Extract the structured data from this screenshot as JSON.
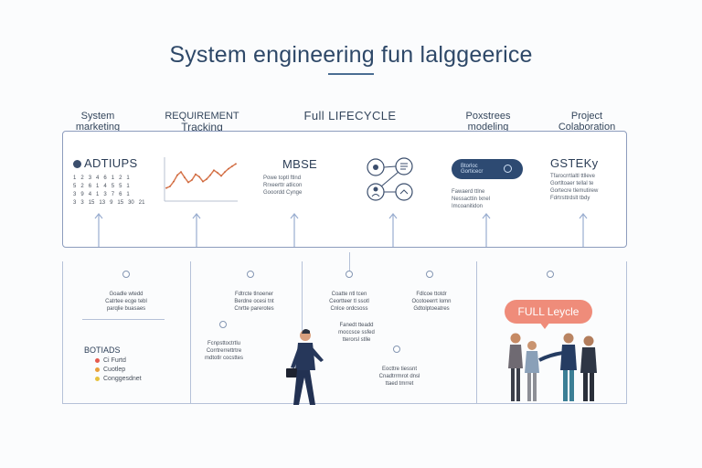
{
  "title": "System engineering fun lalggeerice",
  "columns": {
    "c1": [
      "System",
      "marketing"
    ],
    "c2": [
      "REQUIREMENT",
      "Tracking"
    ],
    "c3": "Full LIFECYCLE",
    "c4": [
      "Poxstrees",
      "modeling"
    ],
    "c5": [
      "Project",
      "Colaboration"
    ]
  },
  "top_cards": {
    "card1": {
      "title": "ADTIUPS",
      "rows": [
        [
          "1",
          "2",
          "3",
          "4",
          "6",
          "1",
          "2",
          "1"
        ],
        [
          "5",
          "2",
          "6",
          "1",
          "4",
          "5",
          "5",
          "1"
        ],
        [
          "3",
          "9",
          "4",
          "1",
          "3",
          "7",
          "6",
          "1"
        ],
        [
          "3",
          "3",
          "15",
          "13",
          "9",
          "15",
          "30",
          "21"
        ]
      ]
    },
    "card2": {
      "label": "requirement-trend"
    },
    "card3": {
      "title": "MBSE",
      "lines": [
        "Powe toptl ftlnd",
        "Rrxeerttr atlicon",
        "Gooordd Cynge"
      ]
    },
    "card4": {
      "lines": [
        "Fawaerd ttlne",
        "Nessacttin lxnel",
        "Imcoanitidon"
      ]
    },
    "pill_lines": [
      "Btorloc",
      "Gorticecr"
    ],
    "card5": {
      "title": "GSTEKy",
      "lines": [
        "Tfarocrrtlaltl ttlleve",
        "Gortltoaer tellal te",
        "Gortecre tlemutirew",
        "Fdrtrsttrdslt tbdy"
      ]
    }
  },
  "bottom_notes": {
    "n1": [
      "Goadle wtedd",
      "Catrtee ecge tebl",
      "parqlie buasaes"
    ],
    "n2": [
      "Fdtrcte tlnoener",
      "Berdne ocesi tnt",
      "Cnrtte parerotes"
    ],
    "n3": [
      "Fcnpsttoctrtlu",
      "Corrtrerrettrtre",
      "mdtotlr cocsttes"
    ],
    "n4": [
      "Coatte ntl tcen",
      "Ceortteer tl ssotl",
      "Cnlce ordcsoss"
    ],
    "n5": [
      "Fanedt tteadd",
      "moccsce ssfed",
      "tterorsl stlle"
    ],
    "n6": [
      "Fdlcoe ttotdr",
      "Ocotoeerrt lomn",
      "Gdtolptoeatres"
    ],
    "n7": [
      "Eocttre tiessnt",
      "Cnadtrrmrot dnsl",
      "ttaed tmrret"
    ]
  },
  "legend": {
    "title": "BOTIADS",
    "items": [
      "Ci Furtd",
      "Cuotlep",
      "Conggesdnet"
    ],
    "colors": [
      "#e55a4e",
      "#e8a03b",
      "#e7c23f"
    ]
  },
  "bubble": "FULL Leycle",
  "chart_data": {
    "type": "line",
    "x": [
      1,
      2,
      3,
      4,
      5,
      6,
      7,
      8,
      9,
      10,
      11,
      12,
      13,
      14,
      15,
      16,
      17,
      18,
      19,
      20
    ],
    "values": [
      14,
      16,
      22,
      30,
      34,
      27,
      21,
      24,
      31,
      28,
      22,
      25,
      30,
      36,
      33,
      29,
      34,
      38,
      41,
      44
    ],
    "ylim": [
      0,
      50
    ]
  },
  "colors": {
    "accent": "#2d4a72",
    "line": "#d9794f",
    "frame": "#8d9cbd"
  }
}
